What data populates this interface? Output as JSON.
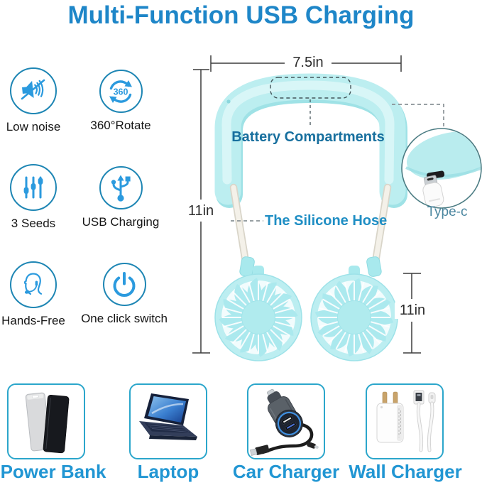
{
  "title": "Multi-Function USB Charging",
  "colors": {
    "title_blue": "#1e86c8",
    "feature_icon_blue": "#2b9ade",
    "feature_circle_blue": "#1e86b4",
    "annotation_dark_blue": "#176f9e",
    "annotation_blue": "#1f8ec4",
    "typec_label_blue": "#4c87a0",
    "bottom_label_blue": "#2196d3",
    "card_border_blue": "#2ba6cb",
    "band_cyan": "#bceef0",
    "dimension_line_color": "#3c3c3c"
  },
  "features": [
    {
      "label": "Low noise",
      "icon": "muted-speaker-icon"
    },
    {
      "label": "360°Rotate",
      "icon": "rotate-360-icon",
      "badge": "360"
    },
    {
      "label": "3 Seeds",
      "icon": "speed-sliders-icon"
    },
    {
      "label": "USB Charging",
      "icon": "usb-icon"
    },
    {
      "label": "Hands-Free",
      "icon": "headset-person-icon"
    },
    {
      "label": "One click switch",
      "icon": "power-button-icon"
    }
  ],
  "diagram": {
    "width_dimension": "7.5in",
    "height_dimension": "11in",
    "fan_dimension": "11in",
    "battery_label": "Battery Compartments",
    "hose_label": "The Silicone Hose",
    "port_label": "Type-c"
  },
  "power_sources": [
    {
      "label": "Power Bank",
      "image": "two-power-banks"
    },
    {
      "label": "Laptop",
      "image": "open-laptop"
    },
    {
      "label": "Car Charger",
      "image": "dual-usb-car-charger-with-cable"
    },
    {
      "label": "Wall Charger",
      "image": "usb-wall-adapter-with-cable"
    }
  ]
}
